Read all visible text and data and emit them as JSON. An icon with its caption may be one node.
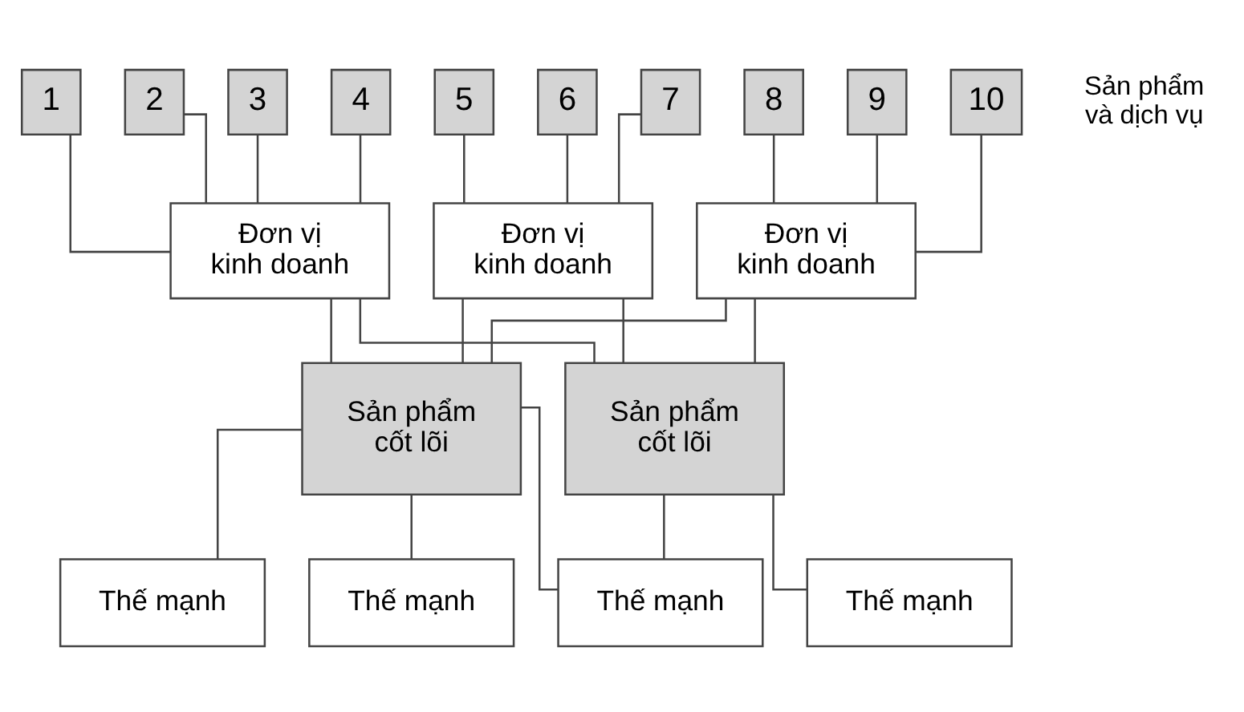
{
  "diagram": {
    "nodes": [
      {
        "text": [
          "1"
        ]
      },
      {
        "text": [
          "2"
        ]
      },
      {
        "text": [
          "3"
        ]
      },
      {
        "text": [
          "4"
        ]
      },
      {
        "text": [
          "5"
        ]
      },
      {
        "text": [
          "6"
        ]
      },
      {
        "text": [
          "7"
        ]
      },
      {
        "text": [
          "8"
        ]
      },
      {
        "text": [
          "9"
        ]
      },
      {
        "text": [
          "10"
        ]
      },
      {
        "text": [
          "Đơn vị kinh doanh"
        ]
      },
      {
        "text": [
          "Đơn vị kinh doanh"
        ]
      },
      {
        "text": [
          "Đơn vị kinh doanh"
        ]
      },
      {
        "text": [
          "Sản phẩm cốt lõi"
        ]
      },
      {
        "text": [
          "Sản phẩm cốt lõi"
        ]
      },
      {
        "text": [
          "Thế mạnh"
        ]
      },
      {
        "text": [
          "Thế mạnh"
        ]
      },
      {
        "text": [
          "Thế mạnh"
        ]
      },
      {
        "text": [
          "Thế mạnh"
        ]
      }
    ],
    "edges": [
      {
        "from": 0,
        "to": 10,
        "arrow": "none"
      },
      {
        "from": 1,
        "to": 10,
        "arrow": "none"
      },
      {
        "from": 2,
        "to": 10,
        "arrow": "none"
      },
      {
        "from": 3,
        "to": 10,
        "arrow": "none"
      },
      {
        "from": 4,
        "to": 11,
        "arrow": "none"
      },
      {
        "from": 5,
        "to": 11,
        "arrow": "none"
      },
      {
        "from": 6,
        "to": 11,
        "arrow": "none"
      },
      {
        "from": 7,
        "to": 12,
        "arrow": "none"
      },
      {
        "from": 8,
        "to": 12,
        "arrow": "none"
      },
      {
        "from": 9,
        "to": 12,
        "arrow": "none"
      },
      {
        "from": 10,
        "to": 13,
        "arrow": "none"
      },
      {
        "from": 11,
        "to": 13,
        "arrow": "none"
      },
      {
        "from": 12,
        "to": 13,
        "arrow": "none"
      },
      {
        "from": 10,
        "to": 14,
        "arrow": "none"
      },
      {
        "from": 11,
        "to": 14,
        "arrow": "none"
      },
      {
        "from": 12,
        "to": 14,
        "arrow": "none"
      },
      {
        "from": 13,
        "to": 15,
        "arrow": "none"
      },
      {
        "from": 13,
        "to": 16,
        "arrow": "none"
      },
      {
        "from": 13,
        "to": 17,
        "arrow": "none"
      },
      {
        "from": 14,
        "to": 17,
        "arrow": "none"
      },
      {
        "from": 14,
        "to": 18,
        "arrow": "none"
      }
    ],
    "labels": [
      "Sản phẩm và dịch vụ"
    ]
  }
}
